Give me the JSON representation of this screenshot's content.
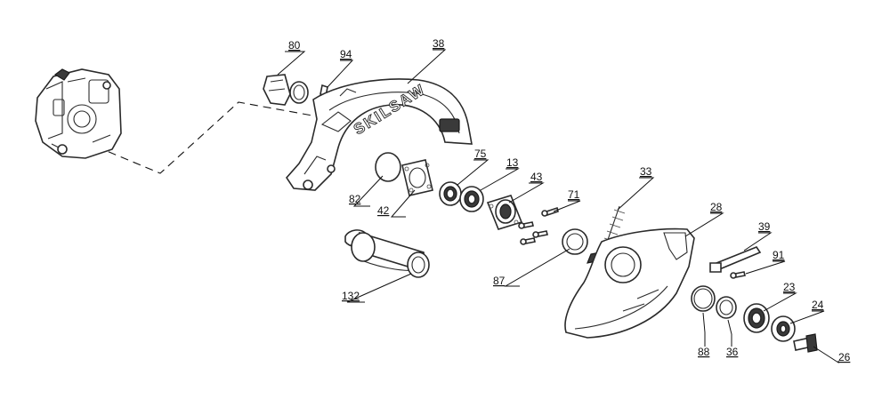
{
  "brand_text": "SKILSAW",
  "parts": [
    {
      "id": "p80",
      "label": "80"
    },
    {
      "id": "p94",
      "label": "94"
    },
    {
      "id": "p38",
      "label": "38"
    },
    {
      "id": "p75",
      "label": "75"
    },
    {
      "id": "p13",
      "label": "13"
    },
    {
      "id": "p43",
      "label": "43"
    },
    {
      "id": "p71",
      "label": "71"
    },
    {
      "id": "p33",
      "label": "33"
    },
    {
      "id": "p28",
      "label": "28"
    },
    {
      "id": "p39",
      "label": "39"
    },
    {
      "id": "p91",
      "label": "91"
    },
    {
      "id": "p82",
      "label": "82"
    },
    {
      "id": "p42",
      "label": "42"
    },
    {
      "id": "p87",
      "label": "87"
    },
    {
      "id": "p132",
      "label": "132"
    },
    {
      "id": "p23",
      "label": "23"
    },
    {
      "id": "p24",
      "label": "24"
    },
    {
      "id": "p88",
      "label": "88"
    },
    {
      "id": "p36",
      "label": "36"
    },
    {
      "id": "p26",
      "label": "26"
    }
  ]
}
